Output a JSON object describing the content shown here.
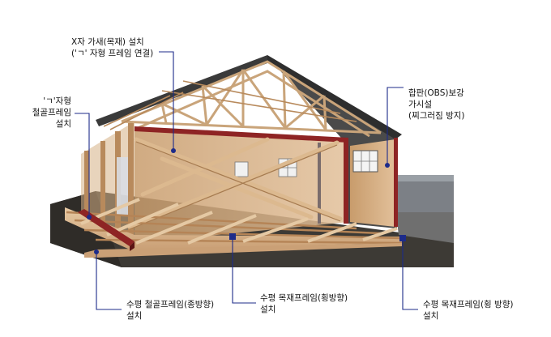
{
  "labels": {
    "x_bracing": {
      "line1": "X자 가새(목재) 설치",
      "line2": "('ㄱ' 자형 프레임 연결)"
    },
    "steel_l_frame": {
      "line1": "'ㄱ'자형",
      "line2": "철골프레임",
      "line3": "설치"
    },
    "plywood_osb": {
      "line1": "합판(OBS)보강",
      "line2": "가시설",
      "line3": "(찌그러짐 방지)"
    },
    "steel_horizontal_long": {
      "line1": "수평 철골프레임(종방향)",
      "line2": "설치"
    },
    "timber_horizontal_1": {
      "line1": "수평 목재프레임(횡방향)",
      "line2": "설치"
    },
    "timber_horizontal_2": {
      "line1": "수평 목재프레임(횡 방향)",
      "line2": "설치"
    }
  },
  "colors": {
    "timber": "#d9b48a",
    "timber_dark": "#b88a5c",
    "steel_red": "#8e2424",
    "roof_slate": "#3b3b3b",
    "leader_blue": "#1d2b8a",
    "ground": "#3a3834"
  }
}
